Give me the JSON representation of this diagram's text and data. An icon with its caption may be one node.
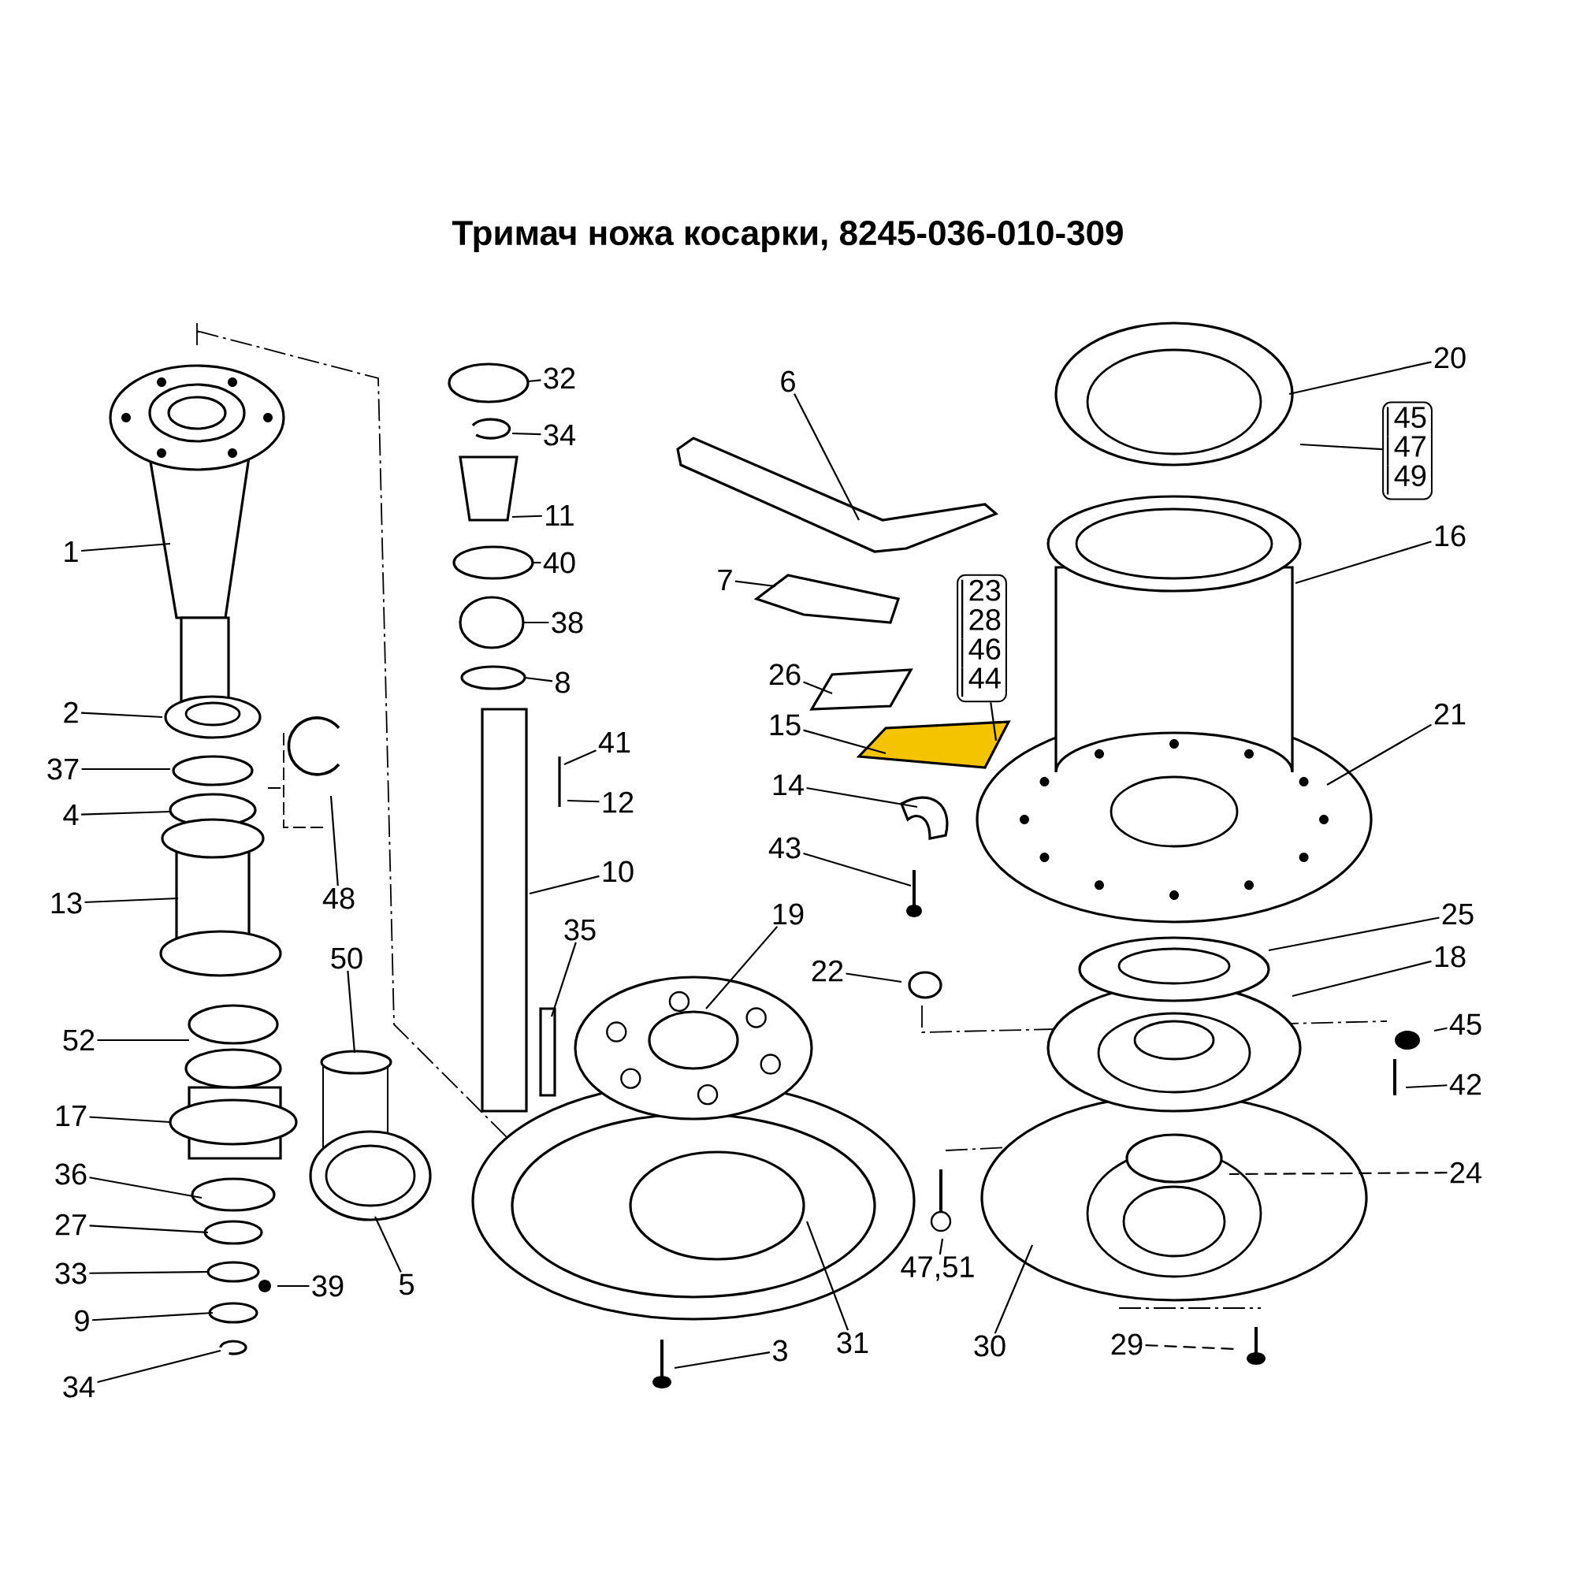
{
  "diagram": {
    "title": "Тримач ножа косарки, 8245-036-010-309",
    "nodes": [
      {
        "text": [
          "1"
        ]
      },
      {
        "text": [
          "2"
        ]
      },
      {
        "text": [
          "37"
        ]
      },
      {
        "text": [
          "4"
        ]
      },
      {
        "text": [
          "13"
        ]
      },
      {
        "text": [
          "52"
        ]
      },
      {
        "text": [
          "17"
        ]
      },
      {
        "text": [
          "36"
        ]
      },
      {
        "text": [
          "27"
        ]
      },
      {
        "text": [
          "33"
        ]
      },
      {
        "text": [
          "9"
        ]
      },
      {
        "text": [
          "34"
        ]
      },
      {
        "text": [
          "48"
        ]
      },
      {
        "text": [
          "50"
        ]
      },
      {
        "text": [
          "39"
        ]
      },
      {
        "text": [
          "5"
        ]
      },
      {
        "text": [
          "32"
        ]
      },
      {
        "text": [
          "34"
        ]
      },
      {
        "text": [
          "11"
        ]
      },
      {
        "text": [
          "40"
        ]
      },
      {
        "text": [
          "38"
        ]
      },
      {
        "text": [
          "8"
        ]
      },
      {
        "text": [
          "41"
        ]
      },
      {
        "text": [
          "12"
        ]
      },
      {
        "text": [
          "10"
        ]
      },
      {
        "text": [
          "35"
        ]
      },
      {
        "text": [
          "6"
        ]
      },
      {
        "text": [
          "7"
        ]
      },
      {
        "text": [
          "23",
          "28",
          "46",
          "44"
        ]
      },
      {
        "text": [
          "26"
        ]
      },
      {
        "text": [
          "15"
        ]
      },
      {
        "text": [
          "14"
        ]
      },
      {
        "text": [
          "43"
        ]
      },
      {
        "text": [
          "19"
        ]
      },
      {
        "text": [
          "22"
        ]
      },
      {
        "text": [
          "3"
        ]
      },
      {
        "text": [
          "31"
        ]
      },
      {
        "text": [
          "20"
        ]
      },
      {
        "text": [
          "45",
          "47",
          "49"
        ]
      },
      {
        "text": [
          "16"
        ]
      },
      {
        "text": [
          "21"
        ]
      },
      {
        "text": [
          "25"
        ]
      },
      {
        "text": [
          "18"
        ]
      },
      {
        "text": [
          "45"
        ]
      },
      {
        "text": [
          "42"
        ]
      },
      {
        "text": [
          "24"
        ]
      },
      {
        "text": [
          "47,51"
        ]
      },
      {
        "text": [
          "30"
        ]
      },
      {
        "text": [
          "29"
        ]
      }
    ],
    "edges": [
      {
        "from": 0,
        "to": null,
        "arrow": "none"
      },
      {
        "from": 1,
        "to": null,
        "arrow": "none"
      },
      {
        "from": 2,
        "to": null,
        "arrow": "none"
      },
      {
        "from": 3,
        "to": null,
        "arrow": "none"
      },
      {
        "from": 4,
        "to": null,
        "arrow": "none"
      },
      {
        "from": 5,
        "to": null,
        "arrow": "none"
      },
      {
        "from": 6,
        "to": null,
        "arrow": "none"
      },
      {
        "from": 7,
        "to": null,
        "arrow": "none"
      },
      {
        "from": 8,
        "to": null,
        "arrow": "none"
      },
      {
        "from": 9,
        "to": null,
        "arrow": "none"
      },
      {
        "from": 10,
        "to": null,
        "arrow": "none"
      },
      {
        "from": 11,
        "to": null,
        "arrow": "none"
      },
      {
        "from": 12,
        "to": null,
        "arrow": "none"
      },
      {
        "from": 13,
        "to": null,
        "arrow": "none"
      },
      {
        "from": 14,
        "to": null,
        "arrow": "none"
      },
      {
        "from": 15,
        "to": null,
        "arrow": "none"
      },
      {
        "from": 16,
        "to": null,
        "arrow": "none"
      },
      {
        "from": 17,
        "to": null,
        "arrow": "none"
      },
      {
        "from": 18,
        "to": null,
        "arrow": "none"
      },
      {
        "from": 19,
        "to": null,
        "arrow": "none"
      },
      {
        "from": 20,
        "to": null,
        "arrow": "none"
      },
      {
        "from": 21,
        "to": null,
        "arrow": "none"
      },
      {
        "from": 22,
        "to": null,
        "arrow": "none"
      },
      {
        "from": 23,
        "to": null,
        "arrow": "none"
      },
      {
        "from": 24,
        "to": null,
        "arrow": "none"
      },
      {
        "from": 25,
        "to": null,
        "arrow": "none"
      },
      {
        "from": 26,
        "to": null,
        "arrow": "none"
      },
      {
        "from": 27,
        "to": null,
        "arrow": "none"
      },
      {
        "from": 28,
        "to": null,
        "arrow": "none"
      },
      {
        "from": 29,
        "to": null,
        "arrow": "none"
      },
      {
        "from": 30,
        "to": null,
        "arrow": "none"
      },
      {
        "from": 31,
        "to": null,
        "arrow": "none"
      },
      {
        "from": 32,
        "to": null,
        "arrow": "none"
      },
      {
        "from": 33,
        "to": null,
        "arrow": "none"
      },
      {
        "from": 34,
        "to": null,
        "arrow": "none"
      },
      {
        "from": 35,
        "to": null,
        "arrow": "none"
      },
      {
        "from": 36,
        "to": null,
        "arrow": "none"
      },
      {
        "from": 37,
        "to": null,
        "arrow": "none"
      },
      {
        "from": 38,
        "to": null,
        "arrow": "none"
      },
      {
        "from": 39,
        "to": null,
        "arrow": "none"
      },
      {
        "from": 40,
        "to": null,
        "arrow": "none"
      },
      {
        "from": 41,
        "to": null,
        "arrow": "none"
      },
      {
        "from": 42,
        "to": null,
        "arrow": "none"
      },
      {
        "from": 43,
        "to": null,
        "arrow": "none"
      },
      {
        "from": 44,
        "to": null,
        "arrow": "none"
      },
      {
        "from": 45,
        "to": null,
        "arrow": "none",
        "style": "dashed"
      },
      {
        "from": 46,
        "to": null,
        "arrow": "none"
      },
      {
        "from": 47,
        "to": null,
        "arrow": "none"
      },
      {
        "from": 48,
        "to": null,
        "arrow": "none",
        "style": "dashed"
      }
    ]
  }
}
